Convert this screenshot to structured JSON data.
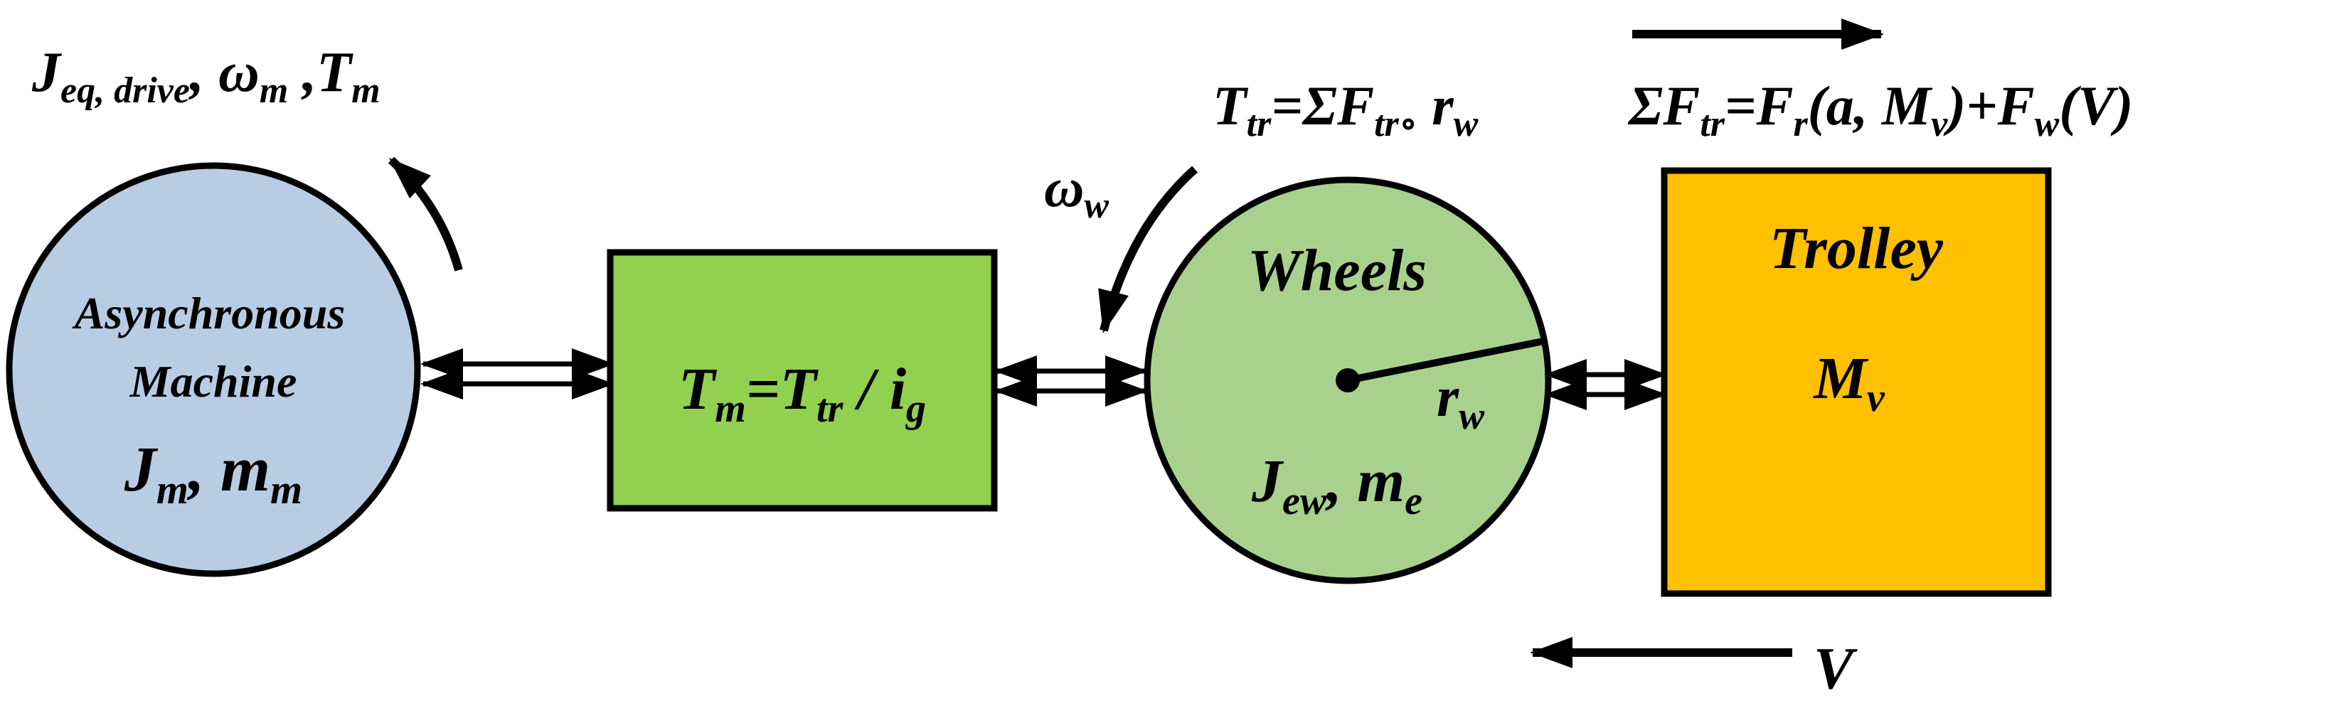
{
  "colors": {
    "machine_fill": "#b8cce4",
    "gearbox_fill": "#92d050",
    "wheel_fill": "#a9d18e",
    "trolley_fill": "#ffc000",
    "stroke": "#000000"
  },
  "top_left": {
    "J": "J",
    "J_sub": "eq, drive",
    "sep1": ", ",
    "omega": "ω",
    "omega_sub": "m",
    "sep2": " ,",
    "T": "T",
    "T_sub": "m"
  },
  "machine": {
    "line1": "Asynchronous",
    "line2": "Machine",
    "J": "J",
    "J_sub": "m",
    "sep": ", ",
    "m": "m",
    "m_sub": "m"
  },
  "gearbox": {
    "T1": "T",
    "T1_sub": "m",
    "eq": "=",
    "T2": "T",
    "T2_sub": "tr",
    "div": " / ",
    "i": "i",
    "i_sub": "g"
  },
  "wheel_speed": {
    "omega": "ω",
    "omega_sub": "w"
  },
  "traction_torque": {
    "T": "T",
    "T_sub": "tr",
    "eq": "=ΣF",
    "F_sub": "tr∘",
    "r": " r",
    "r_sub": "w"
  },
  "wheels": {
    "title": "Wheels",
    "r": "r",
    "r_sub": "w",
    "J": "J",
    "J_sub": "ew",
    "sep": ", ",
    "m": "m",
    "m_sub": "e"
  },
  "traction_force": {
    "sum": "ΣF",
    "sum_sub": "tr",
    "eq": "=F",
    "Fr_sub": "r",
    "open": "(a, M",
    "M_sub": "v",
    "close": ")+F",
    "Fw_sub": "w",
    "tail": "(V)"
  },
  "trolley": {
    "title": "Trolley",
    "M": "M",
    "M_sub": "v"
  },
  "velocity": {
    "V": "V"
  }
}
